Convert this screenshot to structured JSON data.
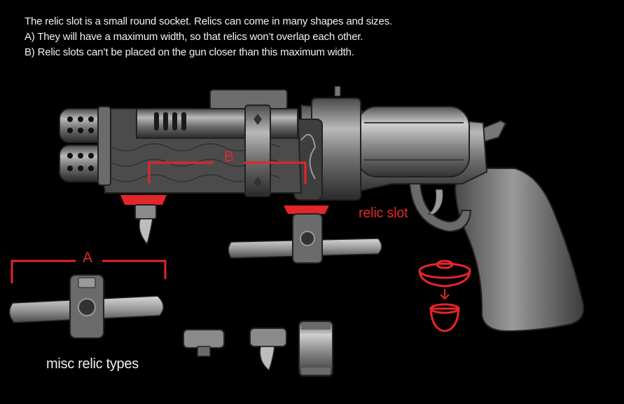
{
  "notes": {
    "line1": "The relic slot is a small round socket. Relics can come in many shapes and sizes.",
    "line2": "A) They will have a maximum width, so that relics won’t overlap each other.",
    "line3": "B) Relic slots can’t be placed on the gun closer than this maximum width."
  },
  "labels": {
    "width_a": "A",
    "spacing_b": "B",
    "relic_slot": "relic slot",
    "misc_relic_types": "misc relic types"
  },
  "colors": {
    "background": "#000000",
    "annotation": "#e3262a",
    "text": "#f2f2f2",
    "metal": "#8a8a8a"
  }
}
